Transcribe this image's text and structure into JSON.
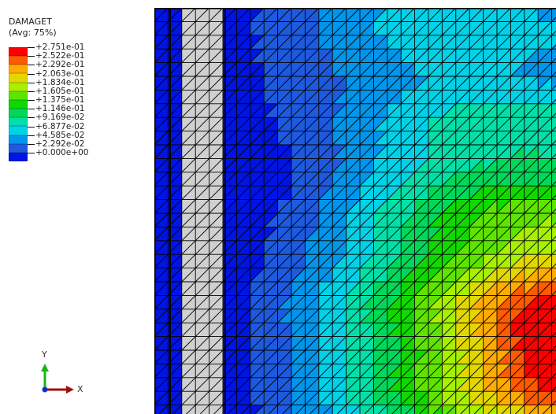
{
  "legend": {
    "title": "DAMAGET",
    "subtitle": "(Avg: 75%)",
    "levels": [
      {
        "label": "+2.751e-01",
        "color": "#ff0000"
      },
      {
        "label": "+2.522e-01",
        "color": "#ff5a00"
      },
      {
        "label": "+2.292e-01",
        "color": "#ffab00"
      },
      {
        "label": "+2.063e-01",
        "color": "#e2d800"
      },
      {
        "label": "+1.834e-01",
        "color": "#a6f000"
      },
      {
        "label": "+1.605e-01",
        "color": "#5fe400"
      },
      {
        "label": "+1.375e-01",
        "color": "#10d800"
      },
      {
        "label": "+1.146e-01",
        "color": "#00d85a"
      },
      {
        "label": "+9.169e-02",
        "color": "#00e0a8"
      },
      {
        "label": "+6.877e-02",
        "color": "#00d2e8"
      },
      {
        "label": "+4.585e-02",
        "color": "#0096ec"
      },
      {
        "label": "+2.292e-02",
        "color": "#1e5ae0"
      },
      {
        "label": "+0.000e+00",
        "color": "#0014e6"
      }
    ]
  },
  "triad": {
    "y_label": "Y",
    "x_label": "X",
    "y_color": "#18b418",
    "x_color": "#a01010",
    "z_color": "#1030c0"
  },
  "mesh": {
    "uncontoured_color": "#d0d0d0",
    "line_color": "#000000"
  }
}
